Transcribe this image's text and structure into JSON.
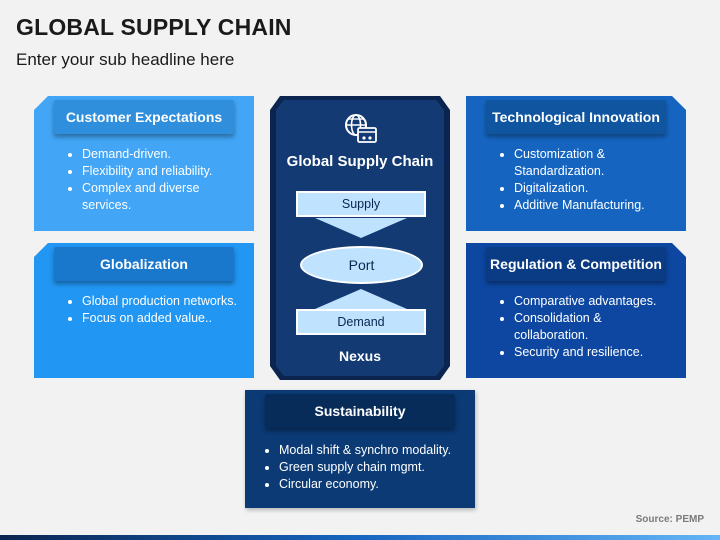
{
  "page": {
    "title": "GLOBAL SUPPLY CHAIN",
    "subtitle": "Enter your sub headline here",
    "source": "Source: PEMP"
  },
  "cards": [
    {
      "title": "Customer Expectations",
      "items": [
        "Demand-driven.",
        "Flexibility and reliability.",
        "Complex and diverse services."
      ]
    },
    {
      "title": "Globalization",
      "items": [
        "Global production networks.",
        "Focus on added value.."
      ]
    },
    {
      "title": "Technological Innovation",
      "items": [
        "Customization & Standardization.",
        "Digitalization.",
        "Additive Manufacturing."
      ]
    },
    {
      "title": "Regulation & Competition",
      "items": [
        "Comparative advantages.",
        "Consolidation & collaboration.",
        "Security and resilience."
      ]
    },
    {
      "title": "Sustainability",
      "items": [
        "Modal shift & synchro modality.",
        "Green supply chain mgmt.",
        "Circular economy."
      ]
    }
  ],
  "center": {
    "title": "Global Supply Chain",
    "supply": "Supply",
    "port": "Port",
    "demand": "Demand",
    "nexus": "Nexus",
    "icon": "globe-ship-icon"
  },
  "colors": {
    "light_blue": "#42a5f5",
    "mid_blue": "#2196f3",
    "blue": "#1565c0",
    "dark_blue": "#0d47a1",
    "navy": "#0b2550"
  }
}
